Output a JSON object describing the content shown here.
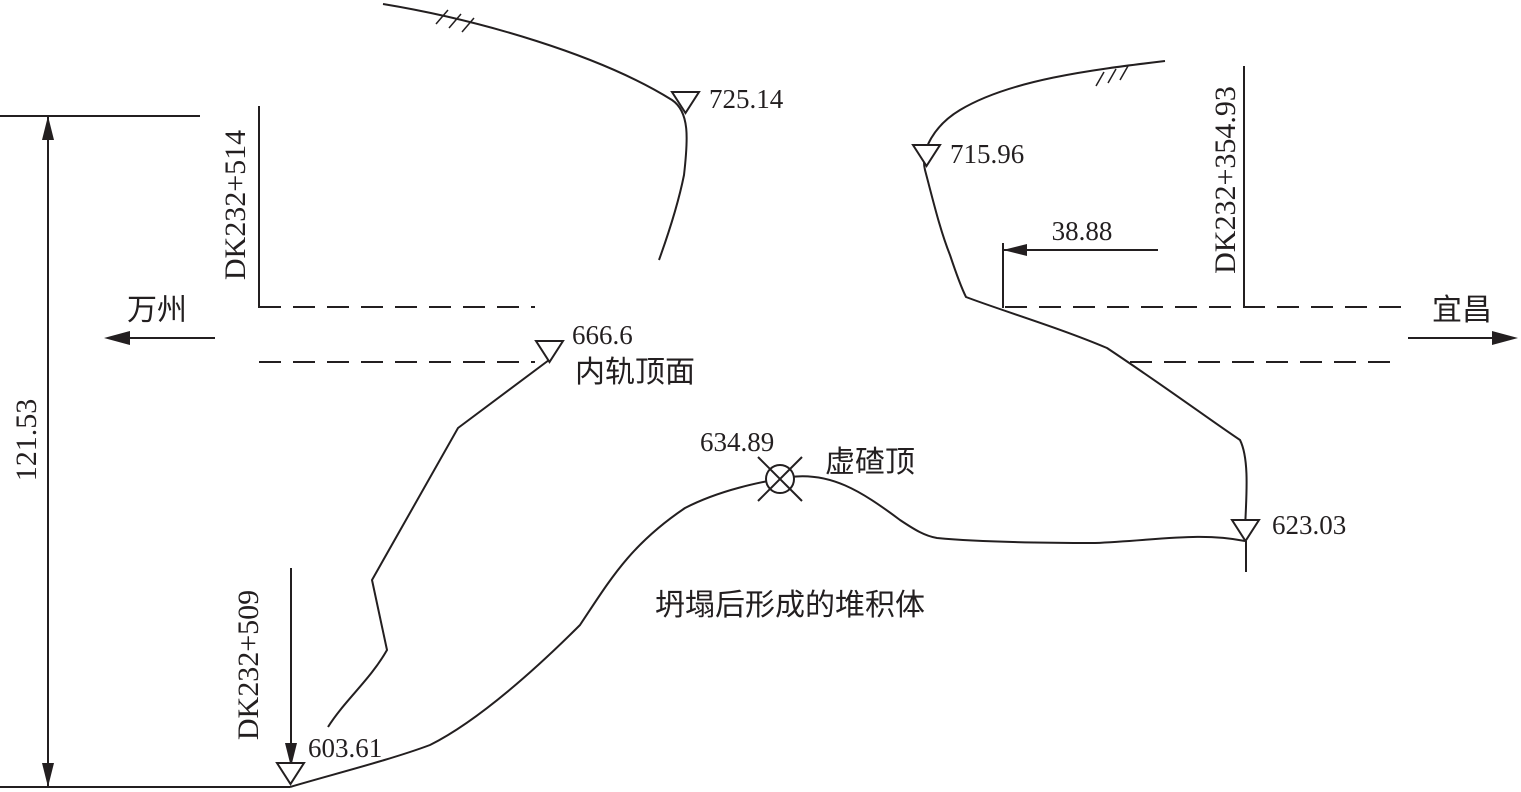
{
  "elevations": {
    "top_left": "725.14",
    "top_right": "715.96",
    "rail_top": "666.6",
    "debris_top": "634.89",
    "right_bottom": "623.03",
    "left_bottom": "603.61"
  },
  "labels": {
    "rail_top_surface": "内轨顶面",
    "debris_top": "虚碴顶",
    "accumulation_body": "坍塌后形成的堆积体",
    "direction_left": "万州",
    "direction_right": "宜昌"
  },
  "stations": {
    "upper_left": "DK232+514",
    "right": "DK232+354.93",
    "lower_left": "DK232+509"
  },
  "dimensions": {
    "total_height": "121.53",
    "offset": "38.88"
  }
}
